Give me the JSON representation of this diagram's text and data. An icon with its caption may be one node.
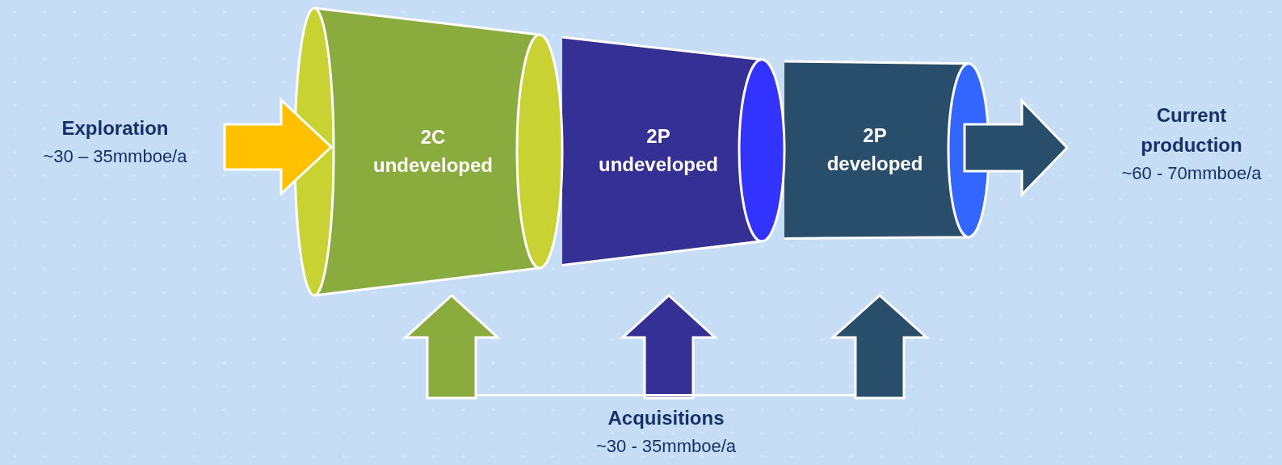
{
  "diagram": {
    "nodes": [
      {
        "text": [
          "Exploration",
          "~30 – 35mmboe/a"
        ]
      },
      {
        "text": [
          "2C undeveloped"
        ]
      },
      {
        "text": [
          "2P undeveloped"
        ]
      },
      {
        "text": [
          "2P developed"
        ]
      },
      {
        "text": [
          "Current production",
          "~60 - 70mmboe/a"
        ]
      },
      {
        "text": [
          "Acquisitions",
          "~30 - 35mmboe/a"
        ]
      }
    ],
    "edges": [
      {
        "from": 0,
        "to": 1,
        "arrow": "to",
        "style": "thick",
        "color": "#ffc000"
      },
      {
        "from": 3,
        "to": 4,
        "arrow": "to",
        "style": "thick",
        "color": "#284e6b"
      },
      {
        "from": 5,
        "to": 1,
        "arrow": "to",
        "style": "thick",
        "color": "#8aac3e"
      },
      {
        "from": 5,
        "to": 2,
        "arrow": "to",
        "style": "thick",
        "color": "#343094"
      },
      {
        "from": 5,
        "to": 3,
        "arrow": "to",
        "style": "thick",
        "color": "#284e6b"
      }
    ]
  }
}
